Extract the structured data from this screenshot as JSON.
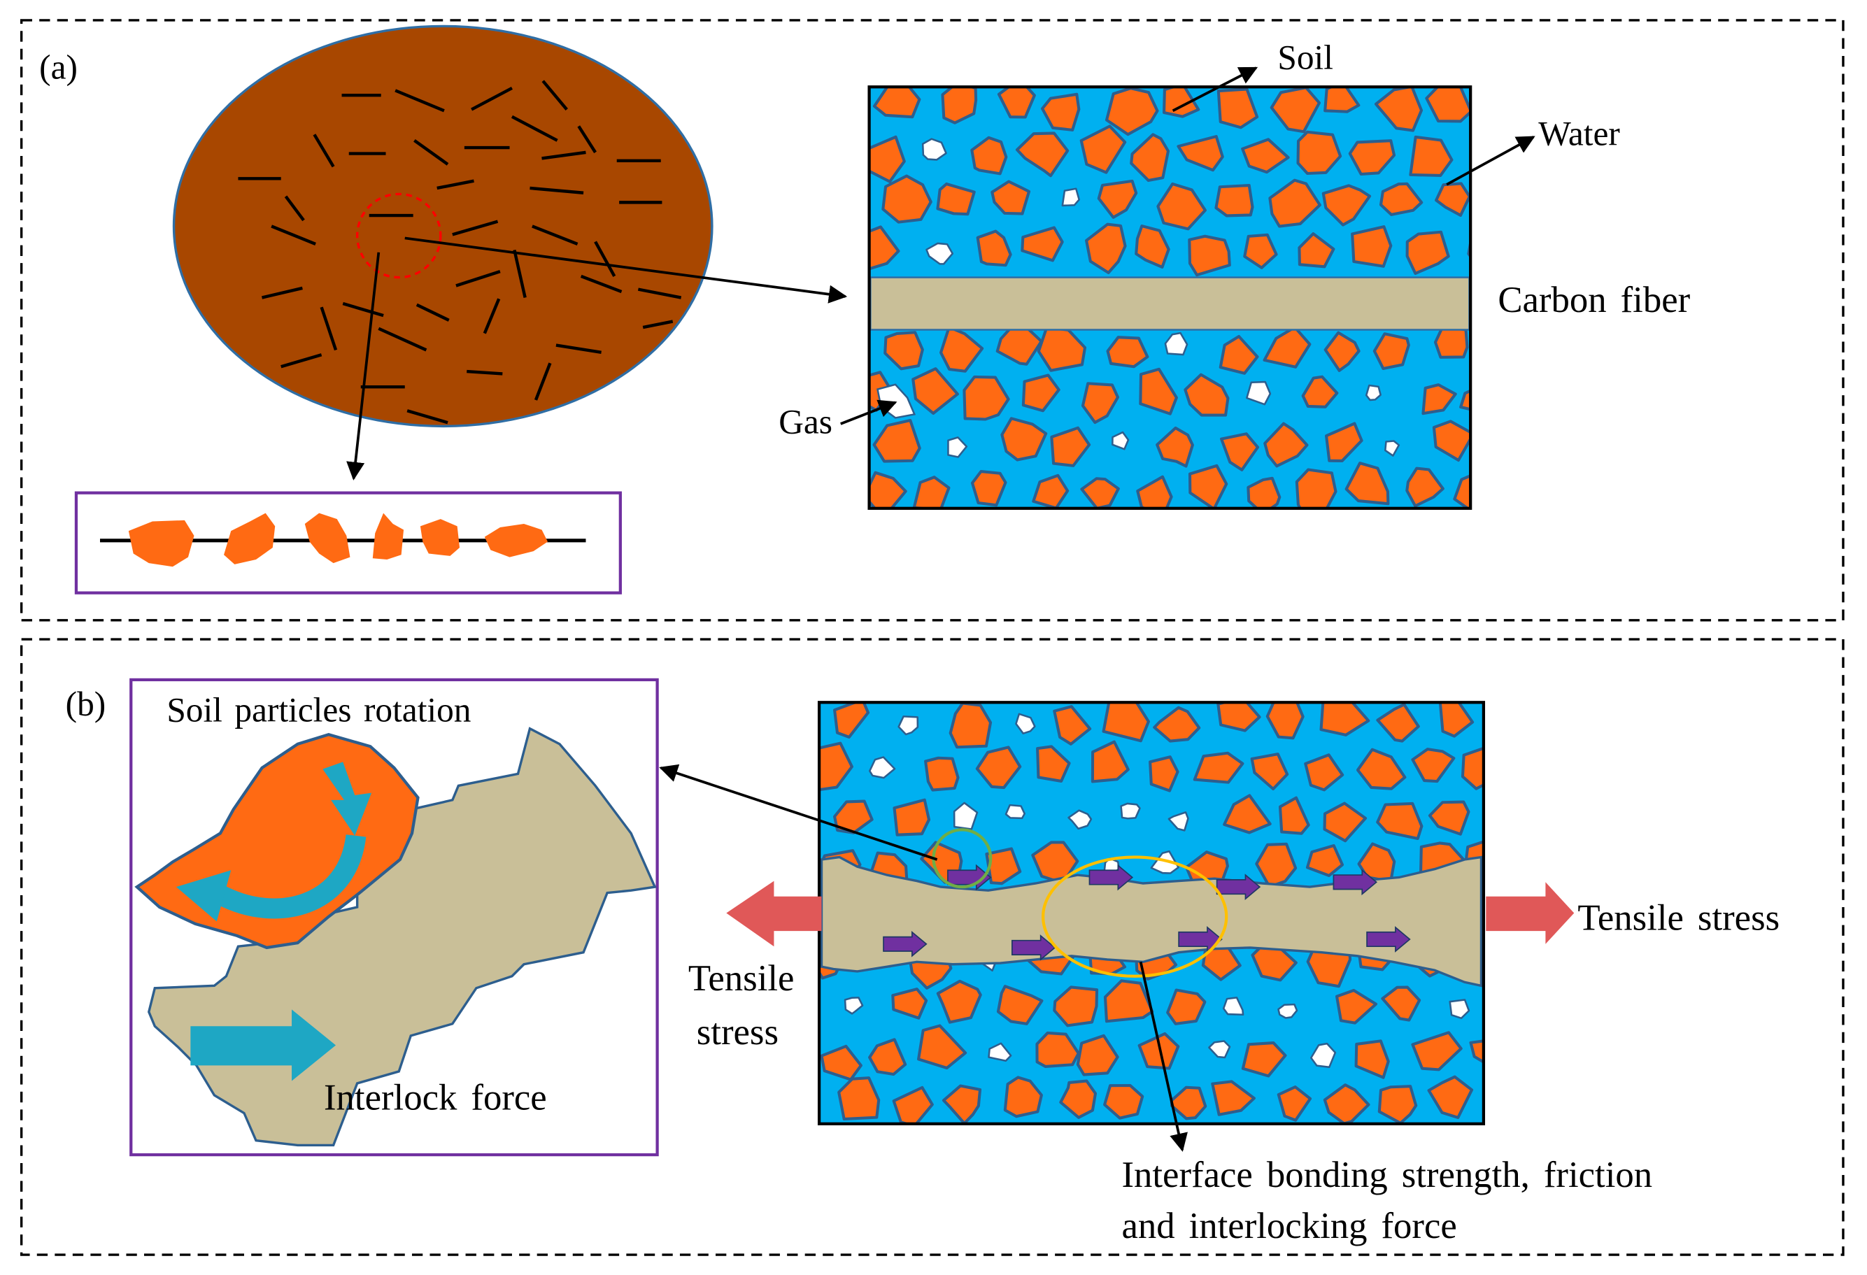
{
  "panel_a": {
    "label": "(a)",
    "soil_label": "Soil",
    "water_label": "Water",
    "carbon_fiber_label": "Carbon fiber",
    "gas_label": "Gas"
  },
  "panel_b": {
    "label": "(b)",
    "rotation_label": "Soil particles rotation",
    "interlock_label": "Interlock force",
    "tensile_right_label": "Tensile stress",
    "tensile_left_label_line1": "Tensile",
    "tensile_left_label_line2": "stress",
    "interface_label_line1": "Interface bonding strength, friction",
    "interface_label_line2": "and interlocking force"
  },
  "colors": {
    "ellipse_brown": "#a84700",
    "water_blue": "#00b0f0",
    "fiber_tan": "#c9bf98",
    "soil_orange": "#ff6a13",
    "gas_white": "#ffffff",
    "particle_outline": "#2d5e8e",
    "inset_frame_purple": "#7030a0",
    "rotation_arrow_teal": "#1ea7c4",
    "tensile_arrow_red": "#e05858",
    "stress_arrow_purple": "#7030a0",
    "highlight_green": "#70ad47",
    "highlight_yellow": "#ffc000",
    "highlight_red": "#ff0000"
  }
}
